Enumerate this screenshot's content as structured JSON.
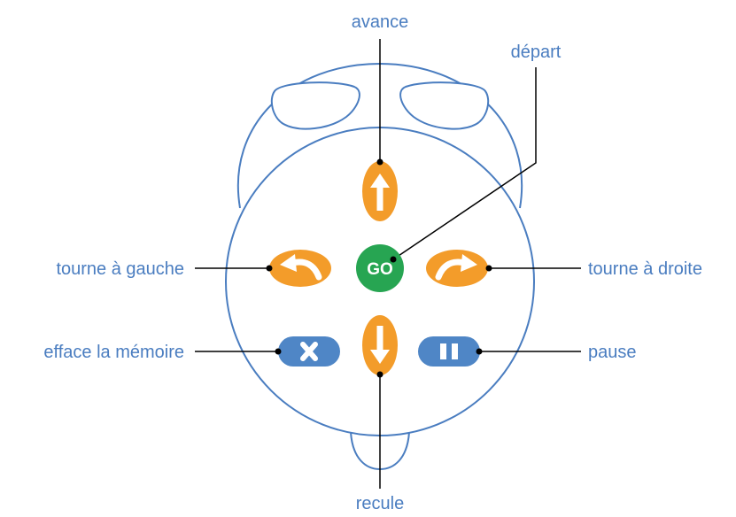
{
  "labels": {
    "forward": "avance",
    "start": "départ",
    "turn_left": "tourne à gauche",
    "turn_right": "tourne à droite",
    "clear_memory": "efface la mémoire",
    "pause": "pause",
    "backward": "recule"
  },
  "buttons": {
    "go": "GO"
  },
  "colors": {
    "outline": "#4a7dc0",
    "label_text": "#4a7dc0",
    "orange_button": "#f39c2a",
    "green_button": "#27a552",
    "blue_button": "#4f86c6",
    "leader_line": "#000000"
  },
  "icons": {
    "forward": "arrow-up-icon",
    "backward": "arrow-down-icon",
    "turn_left": "turn-left-arrow-icon",
    "turn_right": "turn-right-arrow-icon",
    "clear_memory": "cross-icon",
    "pause": "pause-icon"
  }
}
